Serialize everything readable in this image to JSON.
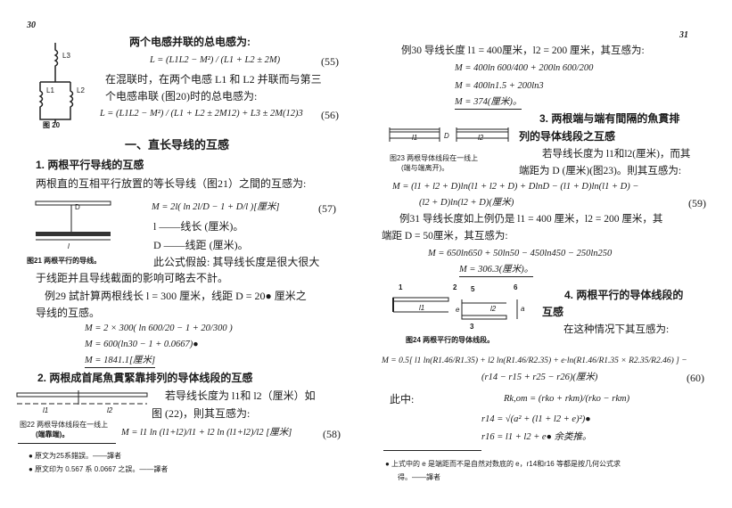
{
  "left_page": {
    "page_number": "30",
    "fig20_labels": [
      "L3",
      "L1",
      "L2"
    ],
    "fig20_caption": "图 20",
    "p1": "两个电感并联的总电感为:",
    "eq55": "L = (L1L2 − M²) / (L1 + L2 ± 2M)",
    "eq55_no": "(55)",
    "p2a": "在混联时，在两个电感 L1 和 L2 并联而与第三",
    "p2b": "个电感串联 (图20)时的总电感为:",
    "eq56": "L = (L1L2 − M²) / (L1 + L2 ± 2M12) + L3 ± 2M(12)3",
    "eq56_no": "(56)",
    "section_heading": "一、直长导线的互感",
    "sub1": "1. 两根平行导线的互感",
    "p3": "两根直的互相平行放置的等长导线（图21）之間的互感为:",
    "fig21_labels": [
      "D",
      "l"
    ],
    "eq57": "M = 2l( ln 2l/D − 1 + D/l )[厘米]",
    "eq57_no": "(57)",
    "def_l": "l ——线长 (厘米)。",
    "def_D": "D ——线距 (厘米)。",
    "fig21_caption": "图21  两根平行的导线。",
    "p4a": "此公式假設: 其导线长度是很大很大",
    "p4b": "于线距并且导线截面的影响可略去不計。",
    "ex29a": "例29  試計算两根线长 l = 300 厘米，线距 D = 20● 厘米之",
    "ex29b": "导线的互感。",
    "ex29_eq1": "M = 2 × 300( ln 600/20 − 1 + 20/300 )",
    "ex29_eq2": "M = 600(ln30 − 1 + 0.0667)●",
    "ex29_eq3": "M = 1841.1[厘米]",
    "sub2": "2. 两根成首尾魚貫緊靠排列的导体线段的互感",
    "fig22_labels": [
      "l1",
      "l2"
    ],
    "fig22_caption_a": "图22  两根导体线段在一线上",
    "fig22_caption_b": "(端靠端)。",
    "p5a": "若导线长度为 l1和 l2（厘米）如",
    "p5b": "图 (22)，則其互感为:",
    "eq58": "M = l1 ln (l1+l2)/l1 + l2 ln (l1+l2)/l2 [厘米]",
    "eq58_no": "(58)",
    "footnotes": [
      "●  原文为25系錯誤。——譯者",
      "●  原文印为 0.567 系 0.0667 之誤。——譯者"
    ]
  },
  "right_page": {
    "page_number": "31",
    "ex30": "例30  导线长度 l1 = 400厘米，l2 = 200 厘米，其互感为:",
    "ex30_eq1": "M = 400ln 600/400 + 200ln 600/200",
    "ex30_eq2": "M = 400ln1.5 + 200ln3",
    "ex30_eq3": "M = 374(厘米)。",
    "sub3a": "3. 两根端与端有間隔的魚貫排",
    "sub3b": "列的导体线段之互感",
    "fig23_labels": [
      "l1",
      "D",
      "l2"
    ],
    "fig23_caption_a": "图23  两根导体线段在一线上",
    "fig23_caption_b": "(端与端离开)。",
    "p6a": "若导线长度为 l1和l2(厘米)，而其",
    "p6b": "端距为 D (厘米)(图23)。則其互感为:",
    "eq59a": "M = (l1 + l2 + D)ln(l1 + l2 + D) + DlnD − (l1 + D)ln(l1 + D) −",
    "eq59b": "(l2 + D)ln(l2 + D)(厘米)",
    "eq59_no": "(59)",
    "ex31a": "例31  导线长度如上例仍是 l1 = 400 厘米，l2 = 200 厘米，其",
    "ex31b": "端距 D = 50厘米，其互感为:",
    "ex31_eq1": "M = 650ln650 + 50ln50 − 450ln450 − 250ln250",
    "ex31_eq2": "M = 306.3(厘米)。",
    "fig24_labels": [
      "1",
      "2",
      "5",
      "6",
      "l1",
      "e",
      "l2",
      "a",
      "3"
    ],
    "fig24_caption": "图24  两根平行的导体线段。",
    "sub4a": "4. 两根平行的导体线段的",
    "sub4b": "互感",
    "p7": "在这种情况下其互感为:",
    "eq60a": "M = 0.5[ l1 ln(R1.46/R1.35) + l2 ln(R1.46/R2.35) + e·ln(R1.46/R1.35 × R2.35/R2.46) ] −",
    "eq60b": "(r14 − r15 + r25 − r26)(厘米)",
    "eq60_no": "(60)",
    "where": "此中:",
    "def_R": "Rk,om = (rko + rkm)/(rko − rkm)",
    "def_r14": "r14 = √(a² + (l1 + l2 + e)²)●",
    "def_r16": "r16 = l1 + l2 + e●  余类推。",
    "footnote_a": "●  上式中的 e 是端距而不是自然对数底的 e，r14和r16 等都是按几何公式求",
    "footnote_b": "得。——譯者"
  }
}
